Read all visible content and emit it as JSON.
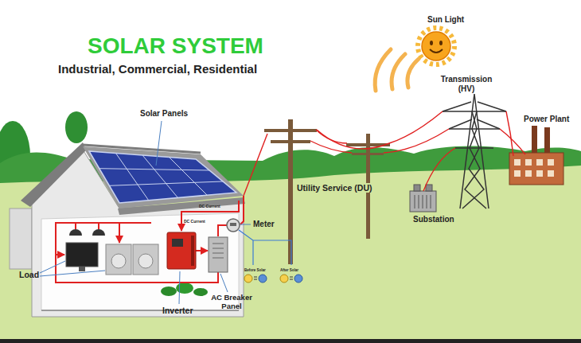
{
  "diagram": {
    "title": "SOLAR SYSTEM",
    "labels": [
      "Industrial, Commercial, Residential",
      "Sun Light",
      "Transmission (HV)",
      "Power Plant",
      "Solar Panels",
      "DC Current",
      "Utility Service (DU)",
      "Meter",
      "Substation",
      "DC Current",
      "Before Solar",
      "After Solar",
      "Load",
      "Inverter",
      "AC Breaker Panel"
    ]
  }
}
